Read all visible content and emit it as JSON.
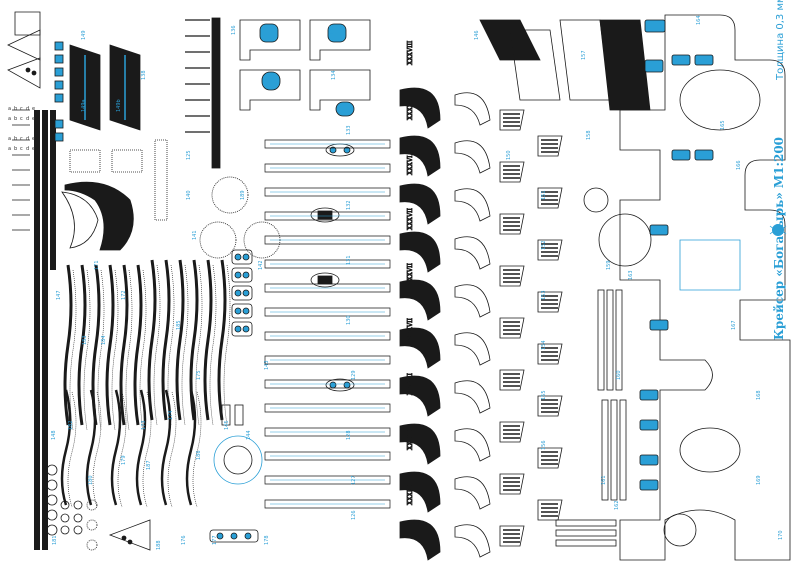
{
  "sheet": {
    "title": "Крейсер «Богатырь» М1:200",
    "thickness": "Толщина 0,3 мм"
  },
  "colors": {
    "line": "#1a1a1a",
    "accent": "#2a9fd6",
    "paper": "#ffffff"
  },
  "roman_marks": [
    "XXXVIII",
    "XXXVII",
    "XXXVI",
    "XXXVII",
    "XXXVII",
    "XXXVII",
    "XXXVII",
    "XXXIX",
    "XXXIX"
  ],
  "side_letters": [
    "a",
    "b",
    "c",
    "d",
    "e"
  ],
  "part_numbers": [
    "149",
    "149a",
    "149b",
    "147",
    "148",
    "138",
    "136",
    "135",
    "134",
    "133",
    "132",
    "131",
    "130",
    "129",
    "128",
    "127",
    "126",
    "125",
    "140",
    "141",
    "142",
    "143",
    "144",
    "145",
    "146",
    "150",
    "151",
    "152",
    "153",
    "154",
    "155",
    "156",
    "157",
    "158",
    "159",
    "160",
    "161",
    "162",
    "163",
    "164",
    "165",
    "166",
    "167",
    "168",
    "169",
    "170",
    "171",
    "172",
    "173",
    "174",
    "175",
    "176",
    "177",
    "178",
    "179",
    "180",
    "181",
    "182",
    "183",
    "184",
    "185",
    "186",
    "187",
    "188",
    "189"
  ],
  "icons": {
    "emblem": "double-headed-eagle-icon"
  }
}
